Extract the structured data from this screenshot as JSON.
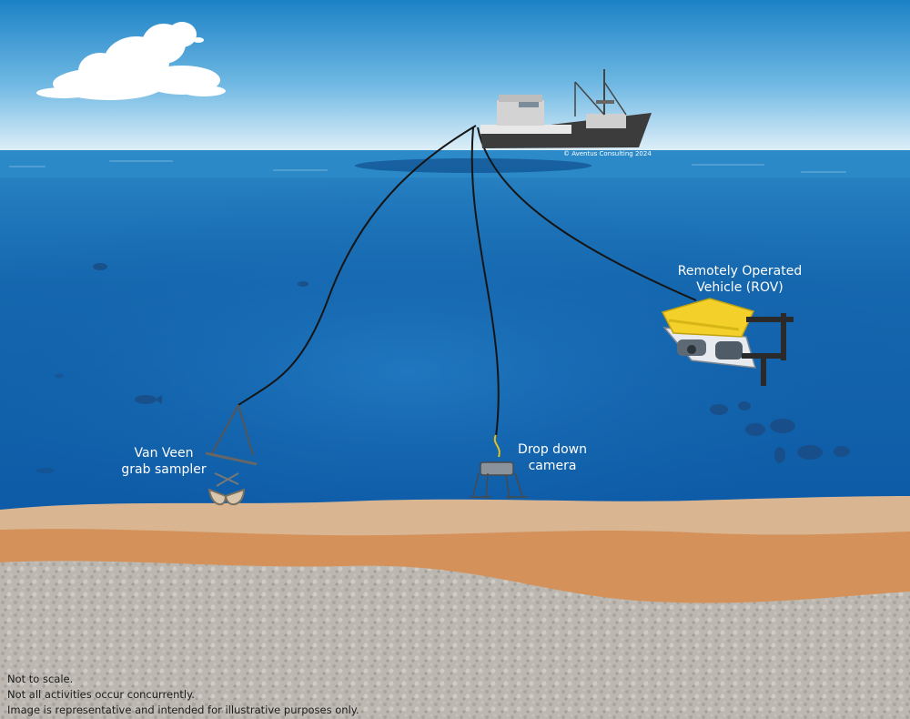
{
  "labels": {
    "rov": [
      "Remotely Operated",
      "Vehicle (ROV)"
    ],
    "grab": [
      "Van Veen",
      "grab sampler"
    ],
    "camera": [
      "Drop down",
      "camera"
    ]
  },
  "copyright": "© Aventus Consulting 2024",
  "notes": [
    "Not to scale.",
    "Not all activities occur concurrently.",
    "Image is representative and intended for illustrative purposes only."
  ],
  "colors": {
    "sky_top": "#1f86c9",
    "sky_bottom": "#d9eef8",
    "sea_top": "#1c74b6",
    "sea_bottom": "#0a57a8",
    "sand_light": "#d9b592",
    "sand_dark": "#d39158",
    "rock": "#b9b5ae",
    "rov_yellow": "#f4d12a",
    "ship_hull": "#3a3a3a"
  }
}
